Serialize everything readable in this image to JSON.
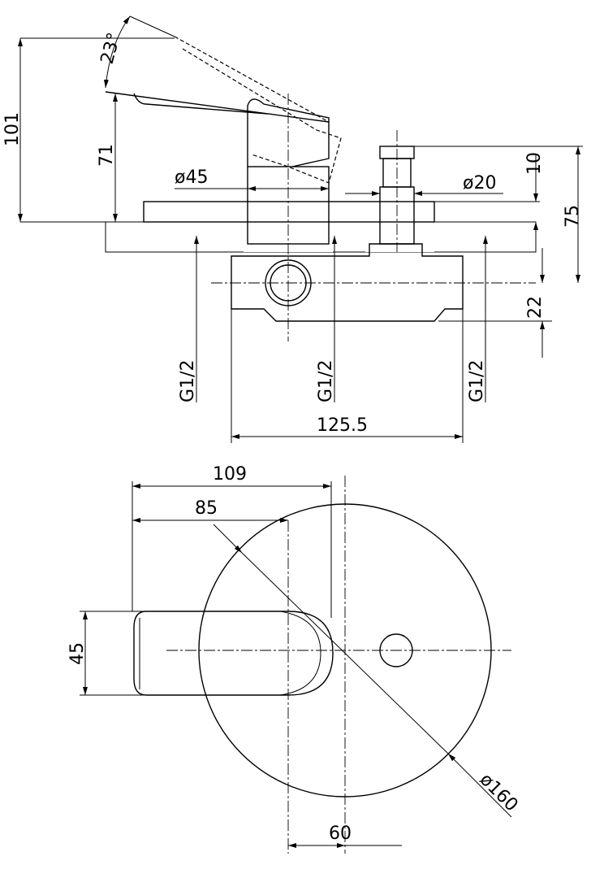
{
  "drawing": {
    "side_view": {
      "angle": "23°",
      "dims": {
        "total_height": "101",
        "handle_height": "71",
        "body_diameter": "ø45",
        "stem_diameter": "ø20",
        "stem_top": "10",
        "stem_height": "75",
        "axis_offset": "22",
        "width": "125.5"
      },
      "threads": [
        "G1/2",
        "G1/2",
        "G1/2"
      ]
    },
    "top_view": {
      "dims": {
        "overall": "109",
        "handle_length": "85",
        "handle_width": "45",
        "plate_diameter": "ø160",
        "center_offset": "60"
      }
    },
    "colors": {
      "line": "#000000",
      "background": "#ffffff"
    }
  }
}
